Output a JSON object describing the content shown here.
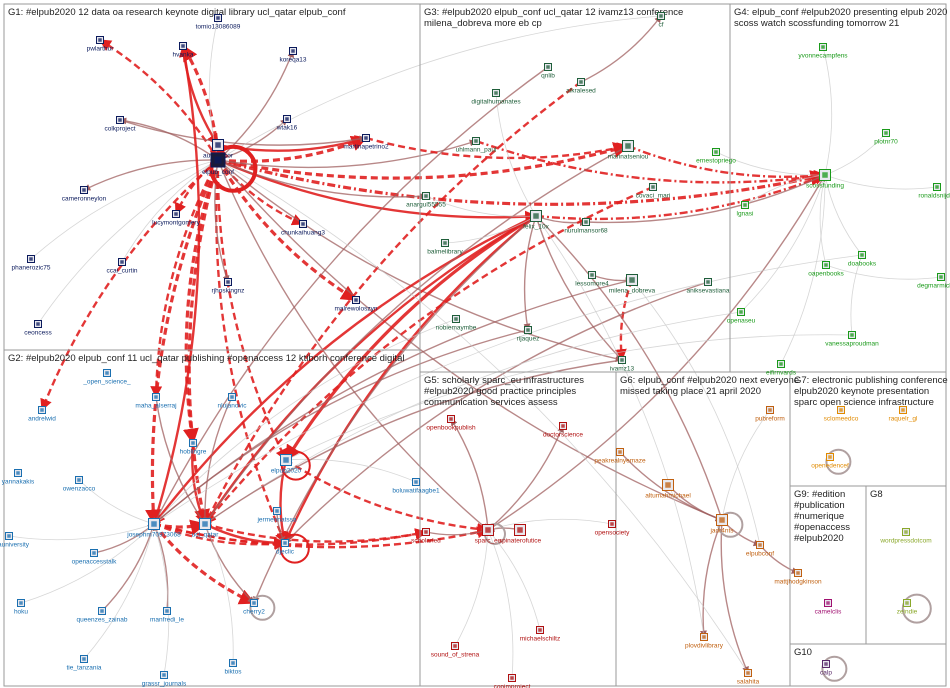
{
  "colors": {
    "g1": "#0b1a5c",
    "g2": "#1a6fb0",
    "g3": "#1f5e3a",
    "g4": "#1a9a1a",
    "g5": "#b01010",
    "g6": "#c06010",
    "g7": "#e08a00",
    "g8": "#8aa82a",
    "g9": "#a01070",
    "g10": "#5a2a6a",
    "edge_strong": "#e02020",
    "edge_mid": "#a06060",
    "edge_light": "#c8c8c8"
  },
  "groups": [
    {
      "id": "G1",
      "title_lines": [
        "G1: #elpub2020 12 data oa research keynote digital library ucl_qatar elpub_conf"
      ]
    },
    {
      "id": "G2",
      "title_lines": [
        "G2: #elpub2020 elpub_conf 11 ucl_qatar publishing #openaccess 12 ktiborh conference digital"
      ]
    },
    {
      "id": "G3",
      "title_lines": [
        "G3: #elpub2020 elpub_conf ucl_qatar 12 ivamz13 conference",
        "milena_dobreva more eb cp"
      ]
    },
    {
      "id": "G4",
      "title_lines": [
        "G4: elpub_conf #elpub2020 presenting elpub 2020",
        "scoss watch scossfunding tomorrow 21"
      ]
    },
    {
      "id": "G5",
      "title_lines": [
        "G5: scholarly sparc_eu infrastructures",
        "#elpub2020 good practice principles",
        "communication services assess"
      ]
    },
    {
      "id": "G6",
      "title_lines": [
        "G6: elpub_conf #elpub2020 next everyone",
        "missed taking place 21 april 2020"
      ]
    },
    {
      "id": "G7",
      "title_lines": [
        "G7: electronic publishing conference",
        "elpub2020 keynote presentation",
        "sparc open science infrastructure"
      ]
    },
    {
      "id": "G8",
      "title_lines": [
        "G8"
      ]
    },
    {
      "id": "G9",
      "title_lines": [
        "G9: #edition",
        "#publication",
        "#numerique",
        "#openaccess",
        "#elpub2020"
      ]
    },
    {
      "id": "G10",
      "title_lines": [
        "G10"
      ]
    }
  ],
  "nodes": [
    {
      "id": "tomio",
      "label": "tomio13086089",
      "group": "g1",
      "hub": false
    },
    {
      "id": "pwlarthur",
      "label": "pwlarthur",
      "group": "g1",
      "hub": false
    },
    {
      "id": "hvanka",
      "label": "hvanka",
      "group": "g1",
      "hub": false
    },
    {
      "id": "koreqa",
      "label": "koreqa13",
      "group": "g1",
      "hub": false
    },
    {
      "id": "wtak",
      "label": "wtak16",
      "group": "g1",
      "hub": false
    },
    {
      "id": "colkproject",
      "label": "colkproject",
      "group": "g1",
      "hub": false
    },
    {
      "id": "austinocr",
      "label": "austinocor",
      "group": "g1",
      "hub": false
    },
    {
      "id": "martinapetrino",
      "label": "martinapetrino2",
      "group": "g1",
      "hub": false
    },
    {
      "id": "elpub_conf",
      "label": "elpub_conf",
      "group": "g1",
      "hub": true
    },
    {
      "id": "cameronneylon",
      "label": "cameronneylon",
      "group": "g1",
      "hub": false
    },
    {
      "id": "lucymontgomery",
      "label": "lucymontgomery",
      "group": "g1",
      "hub": false
    },
    {
      "id": "chunkaihuang",
      "label": "chunkaihuang3",
      "group": "g1",
      "hub": false
    },
    {
      "id": "phanerozic",
      "label": "phanerozic75",
      "group": "g1",
      "hub": false
    },
    {
      "id": "ccai_curtin",
      "label": "ccai_curtin",
      "group": "g1",
      "hub": false
    },
    {
      "id": "rjhoskingnz",
      "label": "rjhoskingnz",
      "group": "g1",
      "hub": false
    },
    {
      "id": "malrewoloszyn",
      "label": "malrewoloszyn",
      "group": "g1",
      "hub": false
    },
    {
      "id": "ceoncess",
      "label": "ceoncess",
      "group": "g1",
      "hub": false
    },
    {
      "id": "open_science",
      "label": "_open_science_",
      "group": "g2",
      "hub": false
    },
    {
      "id": "maha_alserraj",
      "label": "maha_alserraj",
      "group": "g2",
      "hub": false
    },
    {
      "id": "nlujanovic",
      "label": "nlujanovic",
      "group": "g2",
      "hub": false
    },
    {
      "id": "andrelwid",
      "label": "andrelwid",
      "group": "g2",
      "hub": false
    },
    {
      "id": "hoblingre",
      "label": "hoblingre",
      "group": "g2",
      "hub": false
    },
    {
      "id": "yannakakis",
      "label": "yannakakis",
      "group": "g2",
      "hub": false
    },
    {
      "id": "owenzacco",
      "label": "owenzacco",
      "group": "g2",
      "hub": false
    },
    {
      "id": "elpub2020",
      "label": "elpub2020",
      "group": "g2",
      "hub": false
    },
    {
      "id": "jermennatssa",
      "label": "jermennatssa",
      "group": "g2",
      "hub": false
    },
    {
      "id": "boluwatifaagbe",
      "label": "boluwatifaagbe1",
      "group": "g2",
      "hub": false
    },
    {
      "id": "qatauniversity",
      "label": "qatauniversity",
      "group": "g2",
      "hub": false
    },
    {
      "id": "josephm",
      "label": "josephm70973068",
      "group": "g2",
      "hub": false
    },
    {
      "id": "ucl_qatar",
      "label": "ucl_qatar",
      "group": "g2",
      "hub": false
    },
    {
      "id": "djeclic",
      "label": "djeclic",
      "group": "g2",
      "hub": false
    },
    {
      "id": "openaccessalk",
      "label": "openaccesstalk",
      "group": "g2",
      "hub": false
    },
    {
      "id": "queenzes_zainab",
      "label": "queenzes_zainab",
      "group": "g2",
      "hub": false
    },
    {
      "id": "manfredi_le",
      "label": "manfredi_le",
      "group": "g2",
      "hub": false
    },
    {
      "id": "cherry2",
      "label": "cherry2",
      "group": "g2",
      "hub": false
    },
    {
      "id": "hoku",
      "label": "hoku",
      "group": "g2",
      "hub": false
    },
    {
      "id": "tie_tanzania",
      "label": "tie_tanzania",
      "group": "g2",
      "hub": false
    },
    {
      "id": "grassr_journals",
      "label": "grassr_journals",
      "group": "g2",
      "hub": false
    },
    {
      "id": "biktos",
      "label": "biktos",
      "group": "g2",
      "hub": false
    },
    {
      "id": "qnlib",
      "label": "qnlib",
      "group": "g3",
      "hub": false
    },
    {
      "id": "digitalhumanates",
      "label": "digitalhumanates",
      "group": "g3",
      "hub": false
    },
    {
      "id": "alkralesed",
      "label": "alkralesed",
      "group": "g3",
      "hub": false
    },
    {
      "id": "uhlmann_paul",
      "label": "uhlmann_paul",
      "group": "g3",
      "hub": false
    },
    {
      "id": "marinatseniou",
      "label": "marinatseniou",
      "group": "g3",
      "hub": false
    },
    {
      "id": "covaci_mari",
      "label": "covaci_mari",
      "group": "g3",
      "hub": false
    },
    {
      "id": "anargul",
      "label": "anargul55555",
      "group": "g3",
      "hub": false
    },
    {
      "id": "felix_10x",
      "label": "felix_10x",
      "group": "g3",
      "hub": false
    },
    {
      "id": "nurulmansor",
      "label": "nurulmansor68",
      "group": "g3",
      "hub": false
    },
    {
      "id": "balmelibrary",
      "label": "balmelibrary",
      "group": "g3",
      "hub": false
    },
    {
      "id": "lessomore",
      "label": "lessomore4",
      "group": "g3",
      "hub": false
    },
    {
      "id": "milena_dobreva",
      "label": "milena_dobreva",
      "group": "g3",
      "hub": false
    },
    {
      "id": "aniksevastiana",
      "label": "aniksevastiana",
      "group": "g3",
      "hub": false
    },
    {
      "id": "nobiemaymbe",
      "label": "nobiemaymbe",
      "group": "g3",
      "hub": false
    },
    {
      "id": "rijaquez",
      "label": "rijaquez",
      "group": "g3",
      "hub": false
    },
    {
      "id": "ivamz13",
      "label": "ivamz13",
      "group": "g3",
      "hub": false
    },
    {
      "id": "cf",
      "label": "cf",
      "group": "g3",
      "hub": false
    },
    {
      "id": "yvonnecampfens",
      "label": "yvonnecampfens",
      "group": "g4",
      "hub": false
    },
    {
      "id": "ernestopriego",
      "label": "ernestopriego",
      "group": "g4",
      "hub": false
    },
    {
      "id": "scossfunding",
      "label": "scossfunding",
      "group": "g4",
      "hub": false
    },
    {
      "id": "plotnr70",
      "label": "plotnr70",
      "group": "g4",
      "hub": false
    },
    {
      "id": "lgnasi",
      "label": "lgnasi",
      "group": "g4",
      "hub": false
    },
    {
      "id": "ronaldsnijder",
      "label": "ronaldsnijder",
      "group": "g4",
      "hub": false
    },
    {
      "id": "doabooks",
      "label": "doabooks",
      "group": "g4",
      "hub": false
    },
    {
      "id": "oapenbooks",
      "label": "oapenbooks",
      "group": "g4",
      "hub": false
    },
    {
      "id": "degmarmichaels",
      "label": "degmarmichaels",
      "group": "g4",
      "hub": false
    },
    {
      "id": "openaseu",
      "label": "openaseu",
      "group": "g4",
      "hub": false
    },
    {
      "id": "vanessaproudman",
      "label": "vanessaproudman",
      "group": "g4",
      "hub": false
    },
    {
      "id": "eifirnvards",
      "label": "eifirnvards",
      "group": "g4",
      "hub": false
    },
    {
      "id": "openbookpublish",
      "label": "openbookpublish",
      "group": "g5",
      "hub": false
    },
    {
      "id": "doctorscience",
      "label": "doctorscience",
      "group": "g5",
      "hub": false
    },
    {
      "id": "scholarled",
      "label": "scholarled",
      "group": "g5",
      "hub": false
    },
    {
      "id": "sparc_eu",
      "label": "sparc_eu",
      "group": "g5",
      "hub": false
    },
    {
      "id": "spinaterofutice",
      "label": "spinaterofutice",
      "group": "g5",
      "hub": false
    },
    {
      "id": "opensociety",
      "label": "opensociety",
      "group": "g5",
      "hub": false
    },
    {
      "id": "sound_of_strena",
      "label": "sound_of_strena",
      "group": "g5",
      "hub": false
    },
    {
      "id": "michaelschiltz",
      "label": "michaelschiltz",
      "group": "g5",
      "hub": false
    },
    {
      "id": "copimproject",
      "label": "copimproject",
      "group": "g5",
      "hub": false
    },
    {
      "id": "peakrealnyemaze",
      "label": "peakrealnyemaze",
      "group": "g6",
      "hub": false
    },
    {
      "id": "pubreform",
      "label": "pubreform",
      "group": "g6",
      "hub": false
    },
    {
      "id": "altumahmichael",
      "label": "altumahmichael",
      "group": "g6",
      "hub": false
    },
    {
      "id": "jadr4nts",
      "label": "jadr4nts",
      "group": "g6",
      "hub": false
    },
    {
      "id": "elpubconf",
      "label": "elpubconf",
      "group": "g6",
      "hub": false
    },
    {
      "id": "mattjhodgkinson",
      "label": "mattjhodgkinson",
      "group": "g6",
      "hub": false
    },
    {
      "id": "plovdivlibrary",
      "label": "plovdivlibrary",
      "group": "g6",
      "hub": false
    },
    {
      "id": "salahita",
      "label": "salahita",
      "group": "g6",
      "hub": false
    },
    {
      "id": "sclomeedco",
      "label": "sclomeedco",
      "group": "g7",
      "hub": false
    },
    {
      "id": "raquelr_gl",
      "label": "raquelr_gl",
      "group": "g7",
      "hub": false
    },
    {
      "id": "openedencef",
      "label": "openedencef",
      "group": "g7",
      "hub": false
    },
    {
      "id": "wordpressdotcom",
      "label": "wordpressdotcom",
      "group": "g8",
      "hub": false
    },
    {
      "id": "zeindie",
      "label": "zeindie",
      "group": "g8",
      "hub": false
    },
    {
      "id": "camelclis",
      "label": "camelclis",
      "group": "g9",
      "hub": false
    },
    {
      "id": "calp",
      "label": "calp",
      "group": "g10",
      "hub": false
    }
  ]
}
